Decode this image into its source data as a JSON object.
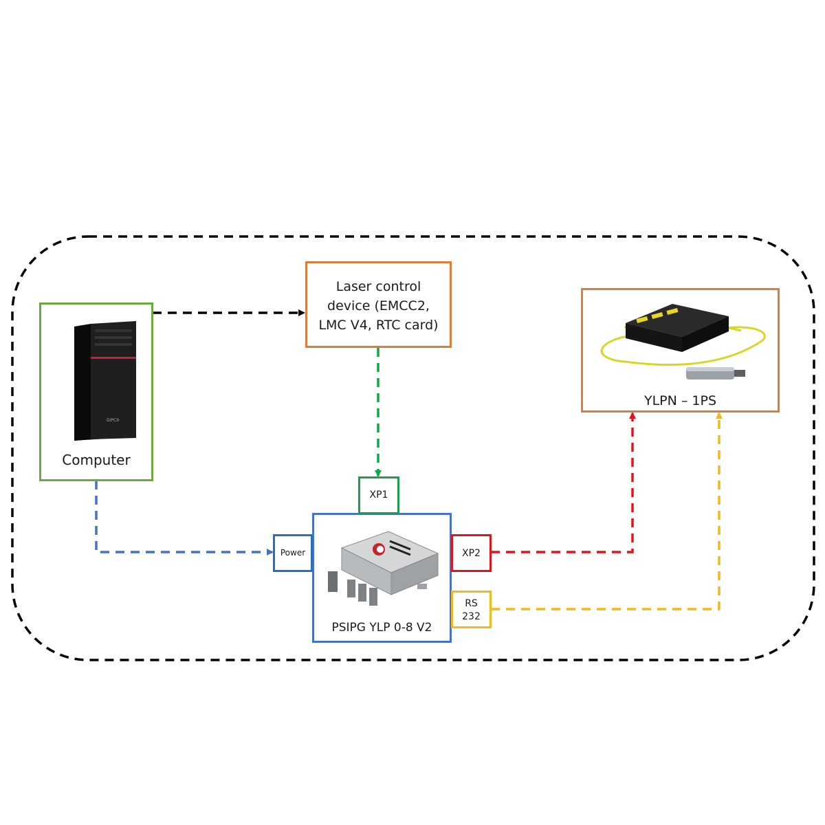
{
  "nodes": {
    "computer": {
      "label": "Computer",
      "color": "#6aaa3c",
      "icon": "pc-tower"
    },
    "laser_control": {
      "label_lines": [
        "Laser control",
        "device (EMCC2,",
        "LMC V4, RTC card)"
      ],
      "color": "#e07b39"
    },
    "laser_source": {
      "label": "YLPN – 1PS",
      "color": "#e07b39",
      "icon": "fiber-laser"
    },
    "power_supply": {
      "label": "PSIPG YLP 0-8 V2",
      "color": "#4472c4",
      "icon": "power-supply-unit"
    }
  },
  "ports": {
    "xp1": {
      "label": "XP1",
      "color": "#1e9e4c"
    },
    "power": {
      "label": "Power",
      "color": "#2b6cc4"
    },
    "xp2": {
      "label": "XP2",
      "color": "#e0141b"
    },
    "rs232": {
      "label_lines": [
        "RS",
        "232"
      ],
      "color": "#f2b820"
    }
  },
  "connections": [
    {
      "from": "computer",
      "to": "laser_control",
      "color": "#000000",
      "style": "dashed"
    },
    {
      "from": "laser_control",
      "to": "xp1",
      "color": "#12a54a",
      "style": "dashed"
    },
    {
      "from": "computer",
      "to": "power",
      "color": "#4472c4",
      "style": "dashed"
    },
    {
      "from": "xp2",
      "to": "laser_source",
      "color": "#e0141b",
      "style": "dashed"
    },
    {
      "from": "rs232",
      "to": "laser_source",
      "color": "#f2b820",
      "style": "dashed"
    }
  ],
  "enclosure": {
    "color": "#000000",
    "style": "dashed"
  }
}
